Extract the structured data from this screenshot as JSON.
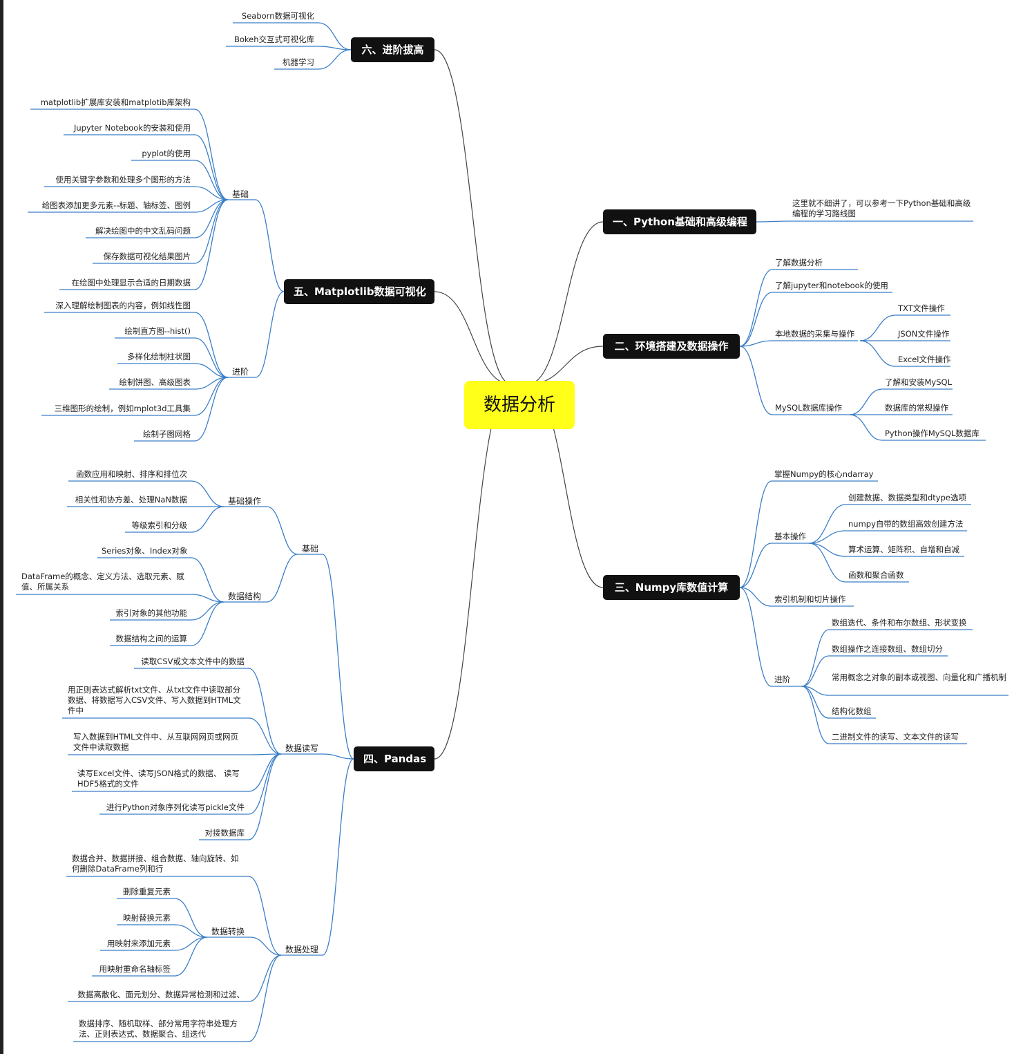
{
  "center": "数据分析",
  "colors": {
    "main": "#111111",
    "center": "#ffff1a",
    "line": "#3a7ec8",
    "trunk": "#444444"
  },
  "branches": {
    "b1": {
      "title": "一、Python基础和高级编程",
      "note": "这里就不细讲了，可以参考一下Python基础和高级编程的学习路线图"
    },
    "b2": {
      "title": "二、环境搭建及数据操作",
      "items": [
        "了解数据分析",
        "了解jupyter和notebook的使用",
        "本地数据的采集与操作",
        "MySQL数据库操作"
      ],
      "local": [
        "TXT文件操作",
        "JSON文件操作",
        "Excel文件操作"
      ],
      "mysql": [
        "了解和安装MySQL",
        "数据库的常规操作",
        "Python操作MySQL数据库"
      ]
    },
    "b3": {
      "title": "三、Numpy库数值计算",
      "items": [
        "掌握Numpy的核心ndarray",
        "基本操作",
        "索引机制和切片操作",
        "进阶"
      ],
      "basic": [
        "创建数据、数据类型和dtype选项",
        "numpy自带的数组高效创建方法",
        "算术运算、矩阵积、自增和自减",
        "函数和聚合函数"
      ],
      "advanced": [
        "数组迭代、条件和布尔数组、形状变换",
        "数组操作之连接数组、数组切分",
        "常用概念之对象的副本或视图、向量化和广播机制",
        "结构化数组",
        "二进制文件的读写、文本文件的读写"
      ]
    },
    "b4": {
      "title": "四、Pandas",
      "groups": [
        "基础",
        "数据读写",
        "数据处理"
      ],
      "basic_sub": [
        "基础操作",
        "数据结构"
      ],
      "basic_ops": [
        "函数应用和映射、排序和排位次",
        "相关性和协方差、处理NaN数据",
        "等级索引和分级"
      ],
      "data_struct": [
        "Series对象、Index对象",
        "DataFrame的概念、定义方法、选取元素、赋值、所属关系",
        "索引对象的其他功能",
        "数据结构之间的运算"
      ],
      "io": [
        "读取CSV或文本文件中的数据",
        "用正则表达式解析txt文件、从txt文件中读取部分数据、将数据写入CSV文件、写入数据到HTML文件中",
        "写入数据到HTML文件中、从互联网网页或网页文件中读取数据",
        "读写Excel文件、读写JSON格式的数据、 读写HDF5格式的文件",
        "进行Python对象序列化读写pickle文件",
        "对接数据库"
      ],
      "proc_first": "数据合并、数据拼接、组合数据、轴向旋转、如何删除DataFrame列和行",
      "proc_conv_label": "数据转换",
      "proc_conv": [
        "删除重复元素",
        "映射替换元素",
        "用映射来添加元素",
        "用映射重命名轴标签"
      ],
      "proc_rest": [
        "数据离散化、面元划分、数据异常检测和过滤、",
        "数据排序、随机取样、部分常用字符串处理方法、正则表达式、数据聚合、组迭代"
      ]
    },
    "b5": {
      "title": "五、Matplotlib数据可视化",
      "groups": [
        "基础",
        "进阶"
      ],
      "basic": [
        "matplotlib扩展库安装和matplotib库架构",
        "Jupyter Notebook的安装和使用",
        "pyplot的使用",
        "使用关键字参数和处理多个图形的方法",
        "给图表添加更多元素--标题、轴标签、图例",
        "解决绘图中的中文乱码问题",
        "保存数据可视化结果图片",
        "在绘图中处理显示合适的日期数据"
      ],
      "advanced": [
        "深入理解绘制图表的内容，例如线性图",
        "绘制直方图--hist()",
        "多样化绘制柱状图",
        "绘制饼图、高级图表",
        "三维图形的绘制，例如mplot3d工具集",
        "绘制子图网格"
      ]
    },
    "b6": {
      "title": "六、进阶拔高",
      "items": [
        "Seaborn数据可视化",
        "Bokeh交互式可视化库",
        "机器学习"
      ]
    }
  }
}
